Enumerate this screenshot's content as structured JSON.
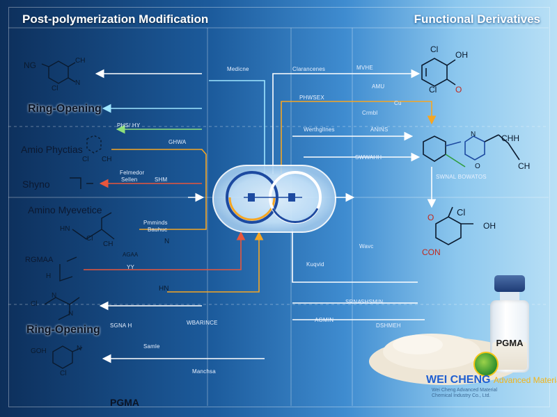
{
  "header": {
    "title_left": "Post-polymerization Modification",
    "title_right": "Functional Derivatives"
  },
  "left_labels": {
    "ring_opening_1": "Ring-Opening",
    "amio_phyctias": "Amio Phyctias",
    "shyno": "Shyno",
    "amino_myevetice": "Amino Myevetice",
    "rgmaa": "RGMAA",
    "ring_opening_2": "Ring-Opening",
    "pgma_bottom": "PGMA"
  },
  "chem_text": {
    "ng": "NG",
    "ch_1": "CH",
    "cl_1": "Cl",
    "n_1": "N",
    "cl_2": "Cl",
    "ch_2": "CH",
    "hn_1": "HN",
    "cl_3": "Cl",
    "ch_3": "CH",
    "n_2": "N",
    "agaa": "AGAA",
    "h_1": "H",
    "hn_2": "HN",
    "n_3": "N",
    "cl_4": "Cl",
    "n_4": "N",
    "goh": "GOH",
    "n_5": "N",
    "cl_5": "Cl",
    "cl_r1": "Cl",
    "oh_r1": "OH",
    "cl_r2": "Cl",
    "o_r1": "O",
    "n_r1": "N",
    "ch_r1": "CHH",
    "o_r2": "O",
    "ch_r2": "CH",
    "cl_r3": "Cl",
    "o_r3": "O",
    "oh_r2": "OH",
    "con": "CON"
  },
  "tiny_labels": {
    "t1": "Medicne",
    "t2": "Clarancenes",
    "t3": "MVHE",
    "t4": "AMU",
    "t5": "PHWSEX",
    "t6": "Crmbl",
    "t7": "Cu",
    "t8": "PHS/ HY",
    "t9": "WerthglInes",
    "t10": "ANINS",
    "t11": "GHWA",
    "t12": "Felmedor",
    "t13": "SWWAHH",
    "t14": "SHM",
    "t15": "Sellen",
    "t16": "SWNAL BOWATOS",
    "t17": "Pmminds",
    "t18": "Bauhuc",
    "t19": "Wavc",
    "t20": "YY",
    "t21": "Kuqvid",
    "t22": "SHSMIN",
    "t23": "SRNA",
    "t24": "AGMIN",
    "t25": "SGNA H",
    "t26": "DSHMEH",
    "t27": "WBARINCE",
    "t28": "Samle",
    "t29": "Manchsa"
  },
  "product": {
    "vial_label": "PGMA",
    "brand_main": "WEI CHENG",
    "brand_sub": "Advanced Material",
    "brand_small_1": "Wei Cheng Advanced Material",
    "brand_small_2": "Chemical Industry Co., Ltd."
  },
  "colors": {
    "background_dark": "#0d2f5b",
    "background_light": "#b9e0f6",
    "arrow_orange": "#f5a623",
    "arrow_red": "#e8563c",
    "arrow_green": "#8fe07a",
    "arrow_cyan": "#9fe6ff",
    "arrow_white": "#ffffff",
    "core_blue": "#1d4aa0",
    "core_orange": "#f5a623",
    "brand_blue": "#1f5fd1",
    "brand_yellow": "#f2b417"
  }
}
